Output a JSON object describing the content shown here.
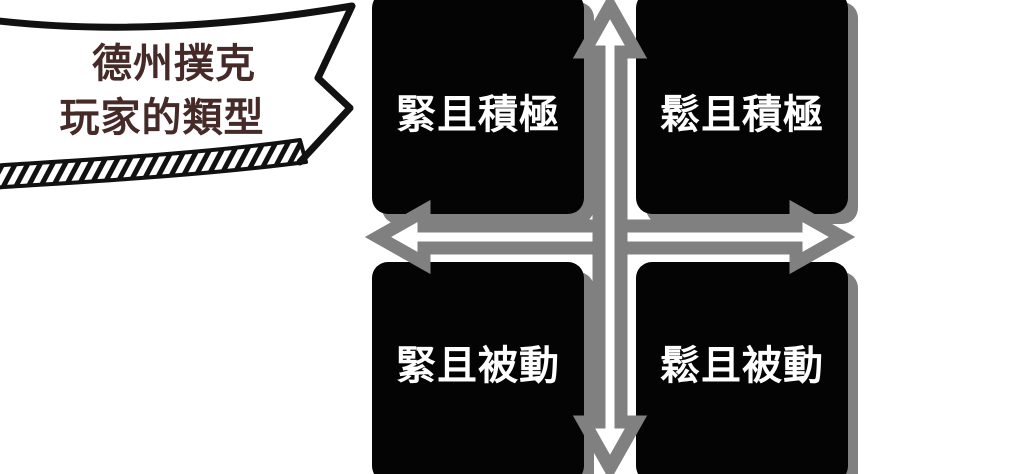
{
  "banner": {
    "name": "title-ribbon",
    "line1": "德州撲克",
    "line2": "玩家的類型",
    "text_color": "#452a28",
    "outline_color": "#111111"
  },
  "matrix": {
    "box_fill": "#040404",
    "box_shadow_color": "#808080",
    "label_color": "#ffffff",
    "quadrants": [
      {
        "position": "top-left",
        "label": "緊且積極"
      },
      {
        "position": "top-right",
        "label": "鬆且積極"
      },
      {
        "position": "bottom-left",
        "label": "緊且被動"
      },
      {
        "position": "bottom-right",
        "label": "鬆且被動"
      }
    ]
  },
  "axes": {
    "arrow_color": "#808080",
    "arrow_fill": "#ffffff",
    "horizontal": {
      "name": "horizontal-axis-arrow",
      "heads": "both"
    },
    "vertical": {
      "name": "vertical-axis-arrow",
      "heads": "both"
    }
  }
}
